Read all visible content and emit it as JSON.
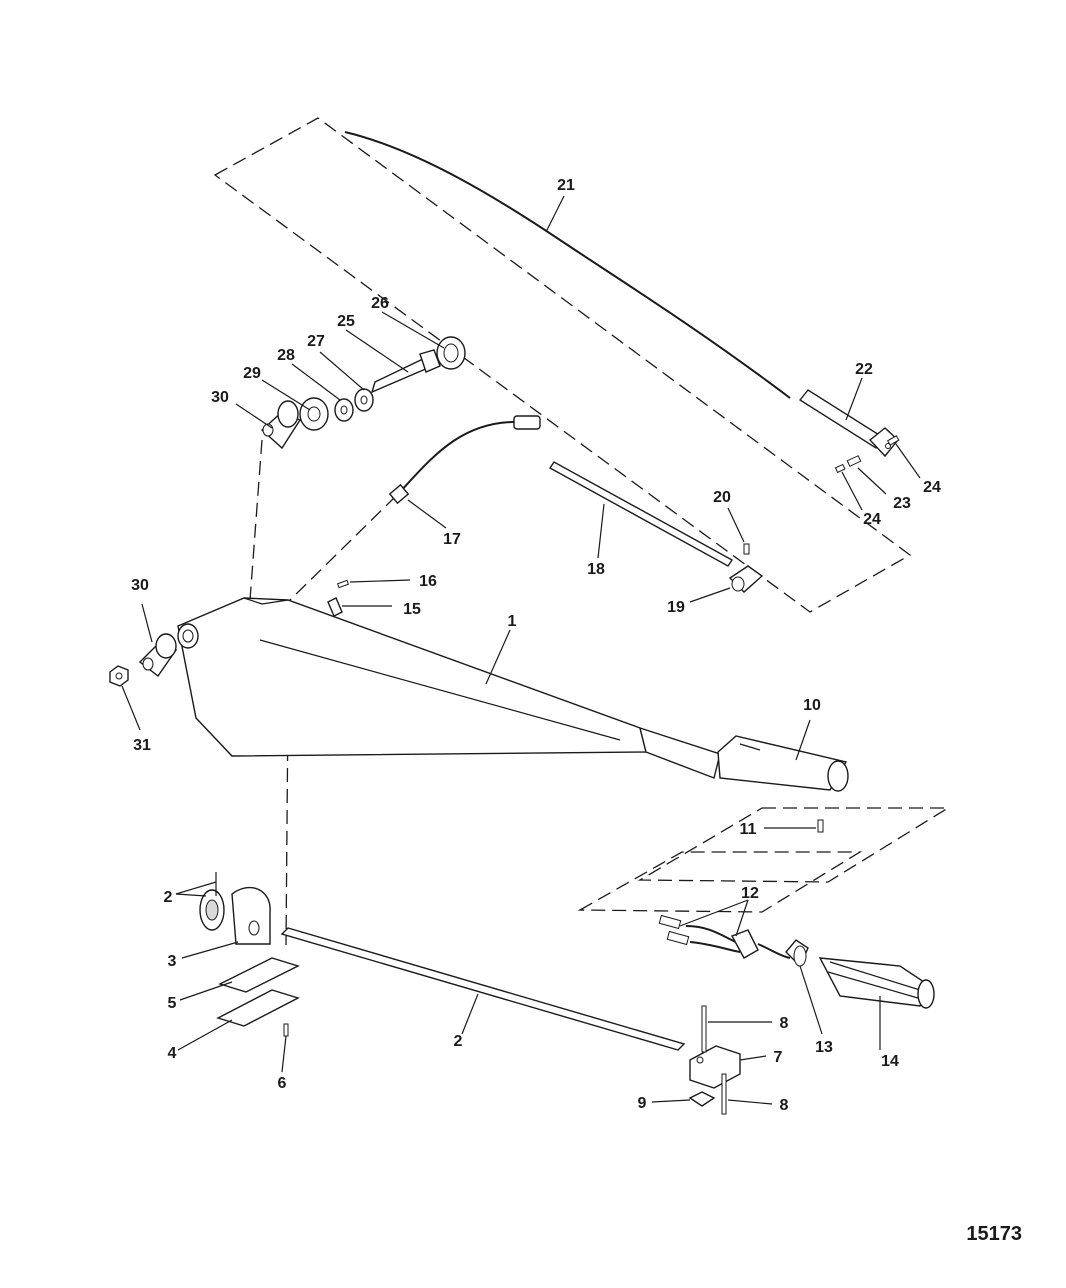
{
  "drawing_number": "15173",
  "callouts": [
    {
      "id": "c1",
      "label": "1"
    },
    {
      "id": "c2a",
      "label": "2"
    },
    {
      "id": "c2b",
      "label": "2"
    },
    {
      "id": "c3",
      "label": "3"
    },
    {
      "id": "c4",
      "label": "4"
    },
    {
      "id": "c5",
      "label": "5"
    },
    {
      "id": "c6",
      "label": "6"
    },
    {
      "id": "c7",
      "label": "7"
    },
    {
      "id": "c8a",
      "label": "8"
    },
    {
      "id": "c8b",
      "label": "8"
    },
    {
      "id": "c9",
      "label": "9"
    },
    {
      "id": "c10",
      "label": "10"
    },
    {
      "id": "c11",
      "label": "11"
    },
    {
      "id": "c12",
      "label": "12"
    },
    {
      "id": "c13",
      "label": "13"
    },
    {
      "id": "c14",
      "label": "14"
    },
    {
      "id": "c15",
      "label": "15"
    },
    {
      "id": "c16",
      "label": "16"
    },
    {
      "id": "c17",
      "label": "17"
    },
    {
      "id": "c18",
      "label": "18"
    },
    {
      "id": "c19",
      "label": "19"
    },
    {
      "id": "c20",
      "label": "20"
    },
    {
      "id": "c21",
      "label": "21"
    },
    {
      "id": "c22",
      "label": "22"
    },
    {
      "id": "c23",
      "label": "23"
    },
    {
      "id": "c24a",
      "label": "24"
    },
    {
      "id": "c24b",
      "label": "24"
    },
    {
      "id": "c25",
      "label": "25"
    },
    {
      "id": "c26",
      "label": "26"
    },
    {
      "id": "c27",
      "label": "27"
    },
    {
      "id": "c28",
      "label": "28"
    },
    {
      "id": "c29",
      "label": "29"
    },
    {
      "id": "c30a",
      "label": "30"
    },
    {
      "id": "c30b",
      "label": "30"
    },
    {
      "id": "c31",
      "label": "31"
    }
  ]
}
